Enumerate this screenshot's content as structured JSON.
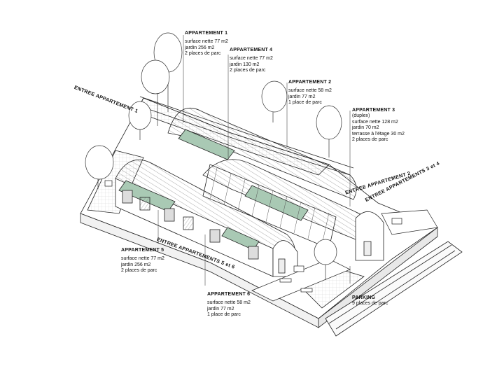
{
  "apartments": [
    {
      "title": "APPARTEMENT 1",
      "lines": [
        "surface nette 77 m2",
        "jardin 256 m2",
        "2 places de parc"
      ]
    },
    {
      "title": "APPARTEMENT 4",
      "lines": [
        "surface nette 77 m2",
        "jardin 130 m2",
        "2 places de parc"
      ]
    },
    {
      "title": "APPARTEMENT 2",
      "lines": [
        "surface nette 58 m2",
        "jardin 77 m2",
        "1 place de parc"
      ]
    },
    {
      "title": "APPARTEMENT 3",
      "lines": [
        "(duplex)",
        "surface nette 128 m2",
        "jardin 70 m2",
        "terrasse à l'étage 30 m2",
        "2 places de parc"
      ]
    },
    {
      "title": "APPARTEMENT 5",
      "lines": [
        "surface nette 77 m2",
        "jardin 256 m2",
        "2 places de parc"
      ]
    },
    {
      "title": "APPARTEMENT 6",
      "lines": [
        "surface nette 58 m2",
        "jardin 77 m2",
        "1 place de parc"
      ]
    }
  ],
  "parking": {
    "title": "PARKING",
    "lines": [
      "9 places de parc"
    ]
  },
  "entrances": {
    "entree1": "ENTREE APPARTEMENT 1",
    "entree2": "ENTREE APPARTEMENT 2",
    "entree34": "ENTREE APPARTEMENTS 3 et 4",
    "entree56": "ENTREE APPARTEMENTS 5 et 6"
  },
  "colors": {
    "line": "#222222",
    "solar": "#a9c9b4",
    "hatch": "#9a9a9a"
  }
}
